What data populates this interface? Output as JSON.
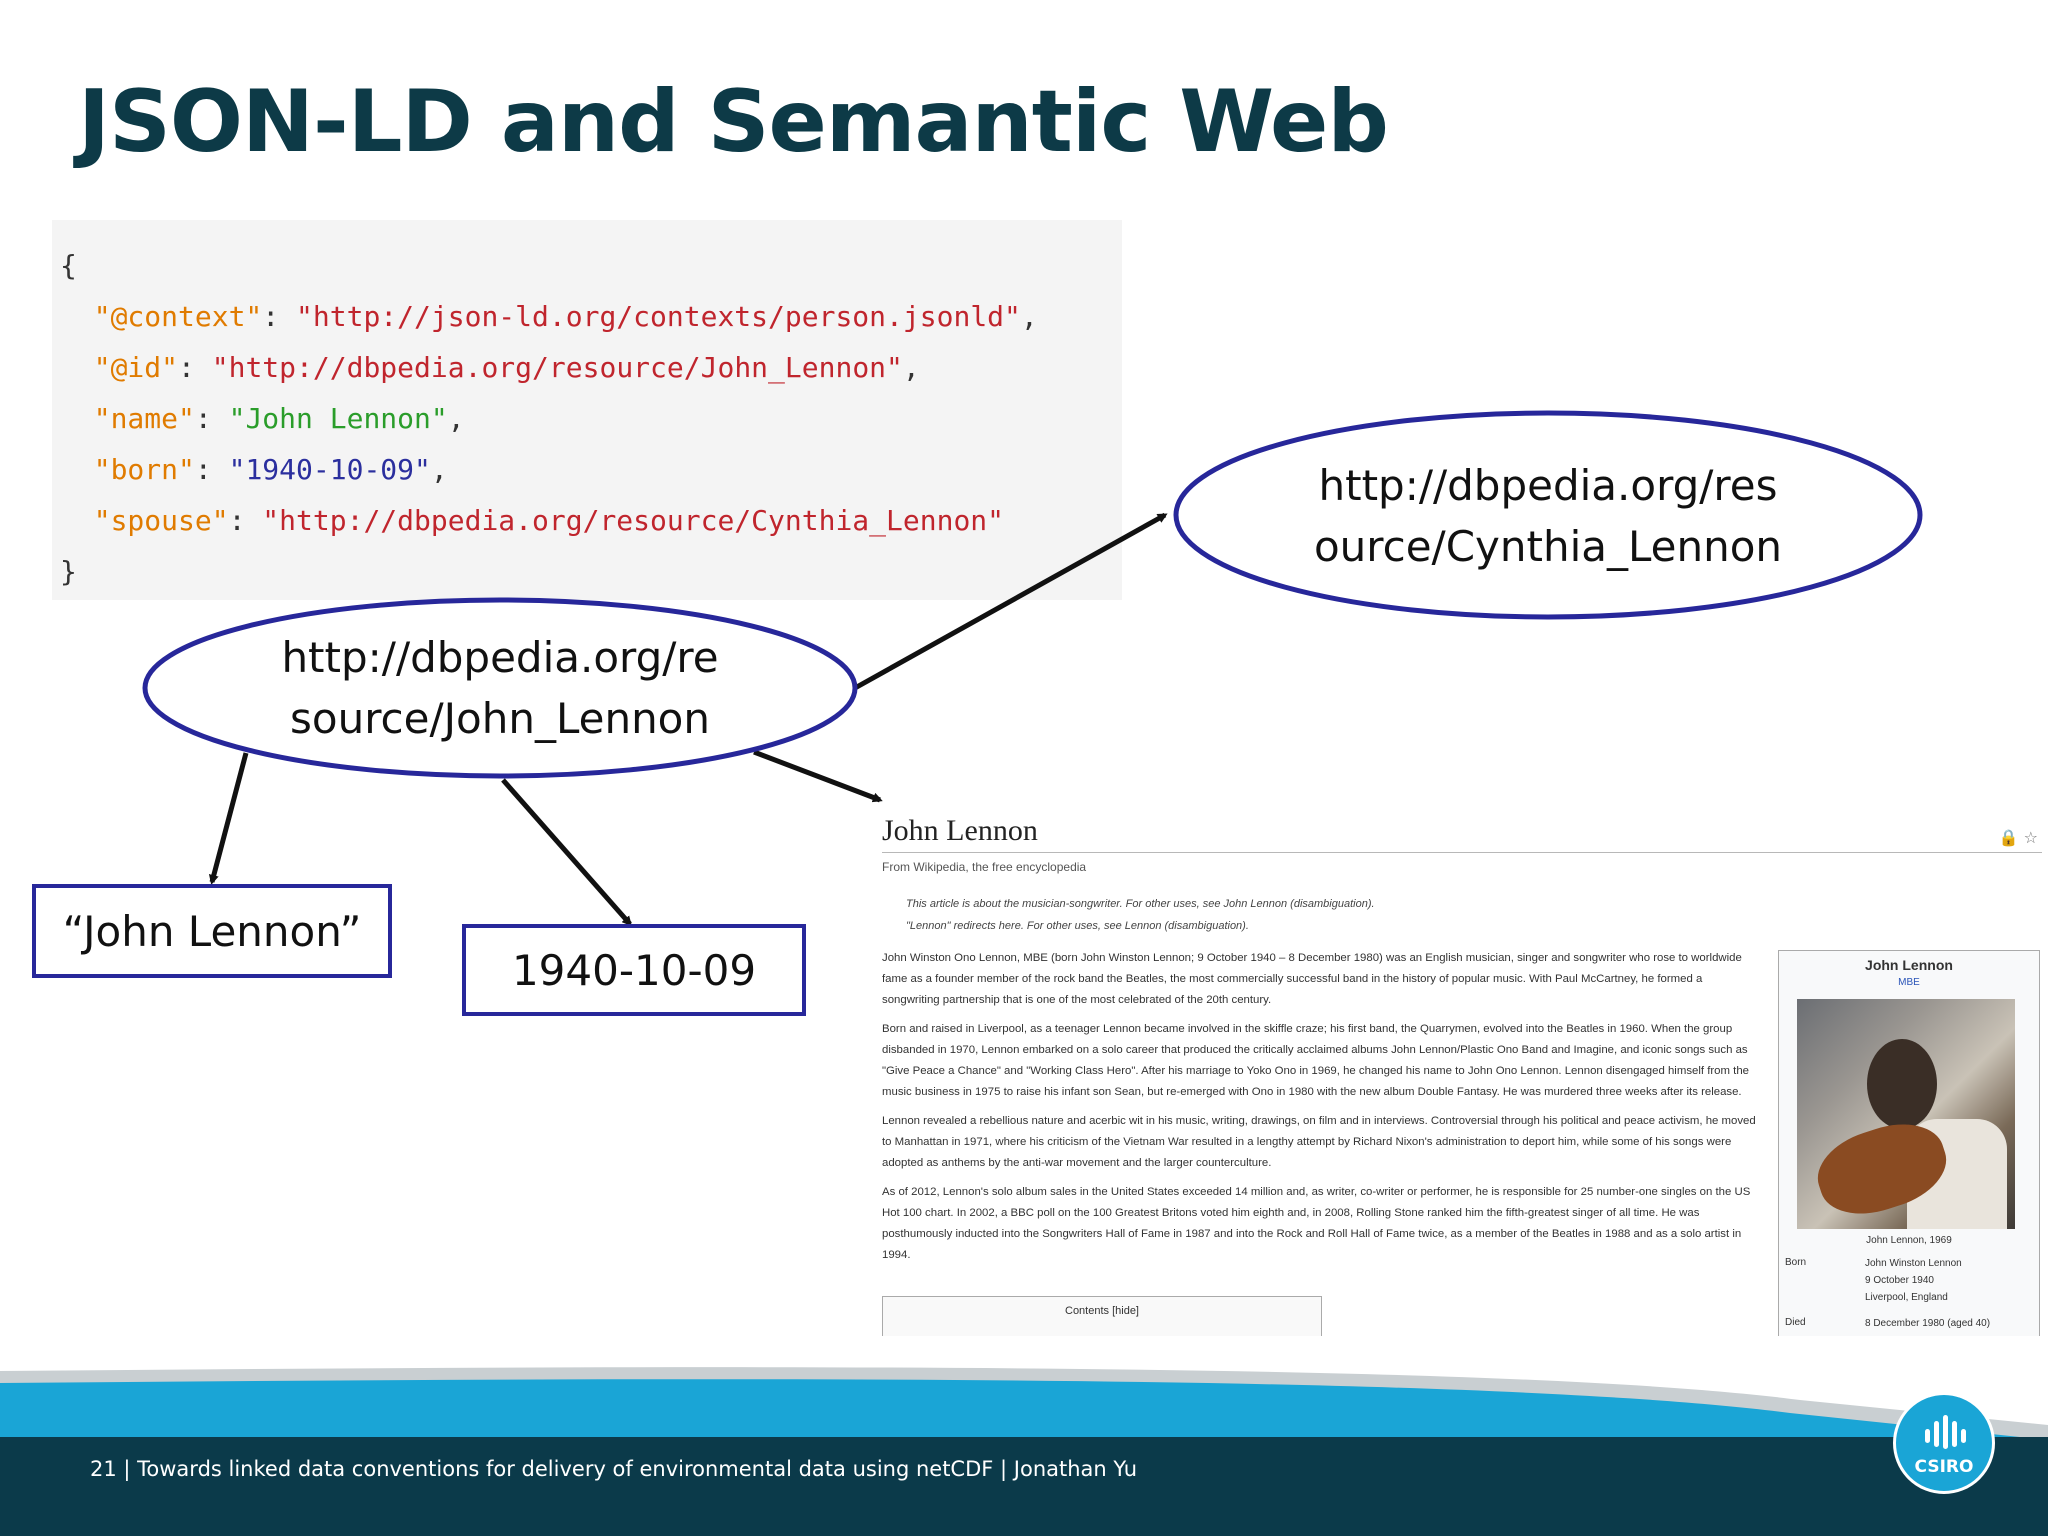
{
  "slide": {
    "title": "JSON-LD and Semantic Web",
    "footer": "21 | Towards linked data conventions for delivery of environmental data using netCDF | Jonathan Yu",
    "logo_text": "CSIRO"
  },
  "code": {
    "open_brace": "{",
    "close_brace": "}",
    "lines": [
      {
        "key": "\"@context\"",
        "sep": ": ",
        "val": "\"http://json-ld.org/contexts/person.jsonld\"",
        "end": ","
      },
      {
        "key": "\"@id\"",
        "sep": ": ",
        "val": "\"http://dbpedia.org/resource/John_Lennon\"",
        "end": ","
      },
      {
        "key": "\"name\"",
        "sep": ": ",
        "val": "\"John Lennon\"",
        "end": ","
      },
      {
        "key": "\"born\"",
        "sep": ": ",
        "val": "\"1940-10-09\"",
        "end": ","
      },
      {
        "key": "\"spouse\"",
        "sep": ": ",
        "val": "\"http://dbpedia.org/resource/Cynthia_Lennon\"",
        "end": ""
      }
    ]
  },
  "diagram": {
    "subject_line1": "http://dbpedia.org/re",
    "subject_line2": "source/John_Lennon",
    "spouse_line1": "http://dbpedia.org/res",
    "spouse_line2": "ource/Cynthia_Lennon",
    "name_literal": "“John Lennon”",
    "born_literal": "1940-10-09"
  },
  "wiki": {
    "title": "John Lennon",
    "subtitle": "From Wikipedia, the free encyclopedia",
    "hatnote1": "This article is about the musician-songwriter. For other uses, see John Lennon (disambiguation).",
    "hatnote2": "\"Lennon\" redirects here. For other uses, see Lennon (disambiguation).",
    "p1": "John Winston Ono Lennon, MBE (born John Winston Lennon; 9 October 1940 – 8 December 1980) was an English musician, singer and songwriter who rose to worldwide fame as a founder member of the rock band the Beatles, the most commercially successful band in the history of popular music. With Paul McCartney, he formed a songwriting partnership that is one of the most celebrated of the 20th century.",
    "p2": "Born and raised in Liverpool, as a teenager Lennon became involved in the skiffle craze; his first band, the Quarrymen, evolved into the Beatles in 1960. When the group disbanded in 1970, Lennon embarked on a solo career that produced the critically acclaimed albums John Lennon/Plastic Ono Band and Imagine, and iconic songs such as \"Give Peace a Chance\" and \"Working Class Hero\". After his marriage to Yoko Ono in 1969, he changed his name to John Ono Lennon. Lennon disengaged himself from the music business in 1975 to raise his infant son Sean, but re-emerged with Ono in 1980 with the new album Double Fantasy. He was murdered three weeks after its release.",
    "p3": "Lennon revealed a rebellious nature and acerbic wit in his music, writing, drawings, on film and in interviews. Controversial through his political and peace activism, he moved to Manhattan in 1971, where his criticism of the Vietnam War resulted in a lengthy attempt by Richard Nixon's administration to deport him, while some of his songs were adopted as anthems by the anti-war movement and the larger counterculture.",
    "p4": "As of 2012, Lennon's solo album sales in the United States exceeded 14 million and, as writer, co-writer or performer, he is responsible for 25 number-one singles on the US Hot 100 chart. In 2002, a BBC poll on the 100 Greatest Britons voted him eighth and, in 2008, Rolling Stone ranked him the fifth-greatest singer of all time. He was posthumously inducted into the Songwriters Hall of Fame in 1987 and into the Rock and Roll Hall of Fame twice, as a member of the Beatles in 1988 and as a solo artist in 1994.",
    "contents": "Contents [hide]",
    "infobox": {
      "title": "John Lennon",
      "mbe": "MBE",
      "caption": "John Lennon, 1969",
      "born_label": "Born",
      "born_value": "John Winston Lennon\n9 October 1940\nLiverpool, England",
      "died_label": "Died",
      "died_value": "8 December 1980 (aged 40)"
    }
  },
  "colors": {
    "title": "#0d3a47",
    "ellipse_stroke": "#27279a",
    "footer_dark": "#0b3a4a",
    "footer_band": "#1aa5d6"
  }
}
